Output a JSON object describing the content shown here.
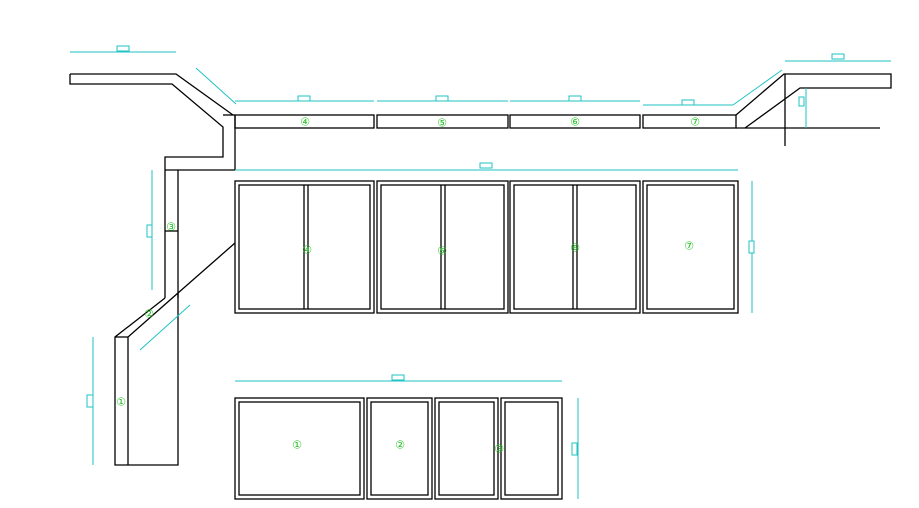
{
  "drawing": {
    "plan_labels": [
      "④",
      "⑤",
      "⑥",
      "⑦"
    ],
    "side_labels": [
      "③",
      "②",
      "①"
    ],
    "front_labels": [
      "④",
      "⑤",
      "⑥",
      "⑦"
    ],
    "lower_labels": [
      "①",
      "②",
      "③"
    ],
    "colors": {
      "outline": "#000000",
      "dimension": "#1fc3c3",
      "label": "#22c022"
    }
  }
}
